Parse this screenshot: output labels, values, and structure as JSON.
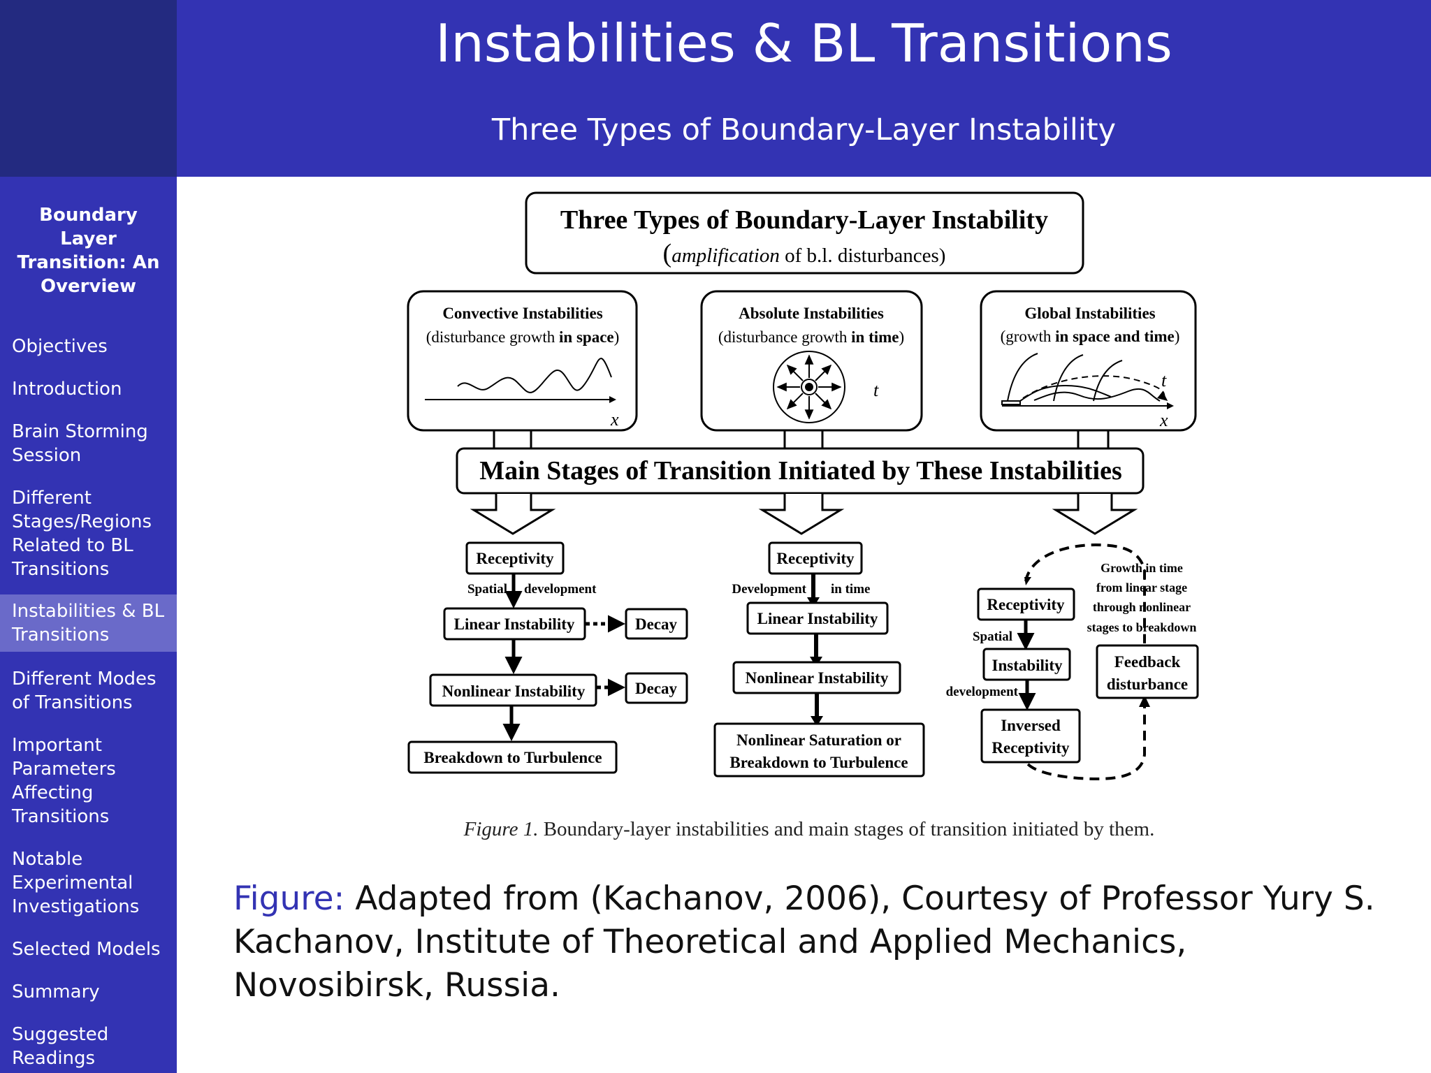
{
  "header": {
    "title": "Instabilities & BL Transitions",
    "subtitle": "Three Types of Boundary-Layer Instability"
  },
  "sidebar": {
    "title": "Boundary Layer Transition: An Overview",
    "items": [
      {
        "label": "Objectives"
      },
      {
        "label": "Introduction"
      },
      {
        "label": "Brain Storming Session"
      },
      {
        "label": "Different Stages/Regions Related to BL Transitions"
      },
      {
        "label": "Instabilities & BL Transitions",
        "active": true
      },
      {
        "label": "Different Modes of Transitions"
      },
      {
        "label": "Important Parameters Affecting Transitions"
      },
      {
        "label": "Notable Experimental Investigations"
      },
      {
        "label": "Selected Models"
      },
      {
        "label": "Summary"
      },
      {
        "label": "Suggested Readings"
      }
    ]
  },
  "figure": {
    "top_box": {
      "title": "Three Types of Boundary-Layer Instability",
      "subtitle_italic": "amplification",
      "subtitle_rest": "of b.l. disturbances)",
      "subtitle_paren": "("
    },
    "types": [
      {
        "title": "Convective Instabilities",
        "desc_pre": "(disturbance growth",
        "desc_bold": "in space",
        "desc_post": ")",
        "axis": "x"
      },
      {
        "title": "Absolute Instabilities",
        "desc_pre": "(disturbance growth",
        "desc_bold": "in time",
        "desc_post": ")",
        "axis": "t"
      },
      {
        "title": "Global Instabilities",
        "desc_pre": "(growth",
        "desc_bold": "in space and time",
        "desc_post": ")",
        "axis_t": "t",
        "axis_x": "x"
      }
    ],
    "main_stages": "Main Stages of Transition Initiated by These Instabilities",
    "convective": {
      "receptivity": "Receptivity",
      "label_a": "Spatial",
      "label_b": "development",
      "linear": "Linear Instability",
      "decay1": "Decay",
      "nonlinear": "Nonlinear Instability",
      "decay2": "Decay",
      "breakdown": "Breakdown to Turbulence"
    },
    "absolute": {
      "receptivity": "Receptivity",
      "label_a": "Development",
      "label_b": "in time",
      "linear": "Linear Instability",
      "nonlinear": "Nonlinear Instability",
      "saturation_1": "Nonlinear Saturation or",
      "saturation_2": "Breakdown to Turbulence"
    },
    "global": {
      "receptivity": "Receptivity",
      "spatial": "Spatial",
      "instability": "Instability",
      "development": "development",
      "inversed_1": "Inversed",
      "inversed_2": "Receptivity",
      "feedback_1": "Feedback",
      "feedback_2": "disturbance",
      "growth_1": "Growth in time",
      "growth_2": "from linear stage",
      "growth_3": "through nonlinear",
      "growth_4": "stages to breakdown"
    },
    "caption_italic": "Figure 1.",
    "caption_text": "Boundary-layer instabilities and main stages of transition initiated by them."
  },
  "caption": {
    "label": "Figure:",
    "text": "Adapted from (Kachanov, 2006), Courtesy of Professor Yury S. Kachanov, Institute of Theoretical and Applied Mechanics, Novosibirsk, Russia."
  }
}
